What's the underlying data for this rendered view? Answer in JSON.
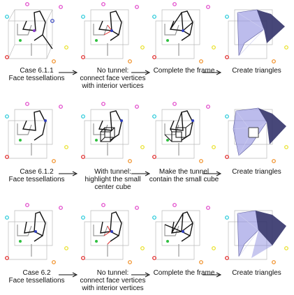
{
  "rows": [
    {
      "captions": [
        [
          "Case 6.1.1",
          "Face tessellations"
        ],
        [
          "No tunnel:",
          "connect face vertices",
          "with interior vertices"
        ],
        [
          "Complete the frame"
        ],
        [
          "Create triangles"
        ]
      ]
    },
    {
      "captions": [
        [
          "Case 6.1.2",
          "Face tessellations"
        ],
        [
          "With tunnel:",
          "highlight the small",
          "center cube"
        ],
        [
          "Make the tunnel",
          "contain the small cube"
        ],
        [
          "Create triangles"
        ]
      ]
    },
    {
      "captions": [
        [
          "Case 6.2",
          "Face tessellations"
        ],
        [
          "No tunnel:",
          "connect face vertices",
          "with interior vertices"
        ],
        [
          "Complete the frame"
        ],
        [
          "Create triangles"
        ]
      ]
    }
  ],
  "colors": {
    "corner_magenta": "#e040c8",
    "corner_cyan": "#20c8d8",
    "corner_red": "#e02020",
    "corner_orange": "#f08c20",
    "corner_yellow": "#e8e020",
    "face_green": "#30c040",
    "face_blue": "#3040c0",
    "face_purple": "#8a3cc8",
    "frame_gray": "#999999",
    "frame_black": "#111111",
    "triangle_fill": "#8f8fe0",
    "triangle_dark": "#33336a"
  },
  "icons": [
    "arrow-right-icon"
  ]
}
